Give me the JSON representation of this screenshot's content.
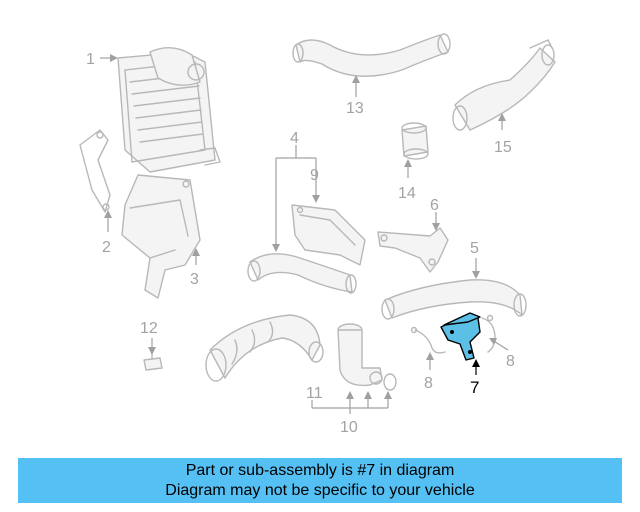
{
  "callouts": {
    "c1": "1",
    "c2": "2",
    "c3": "3",
    "c4": "4",
    "c5": "5",
    "c6": "6",
    "c7": "7",
    "c8a": "8",
    "c8b": "8",
    "c9": "9",
    "c10": "10",
    "c11": "11",
    "c12": "12",
    "c13": "13",
    "c14": "14",
    "c15": "15"
  },
  "highlight": {
    "part": "7",
    "color": "#5bbfe6"
  },
  "banner": {
    "line1": "Part or sub-assembly is #7 in diagram",
    "line2": "Diagram may not be specific to your vehicle",
    "color": "#55c0f3"
  }
}
